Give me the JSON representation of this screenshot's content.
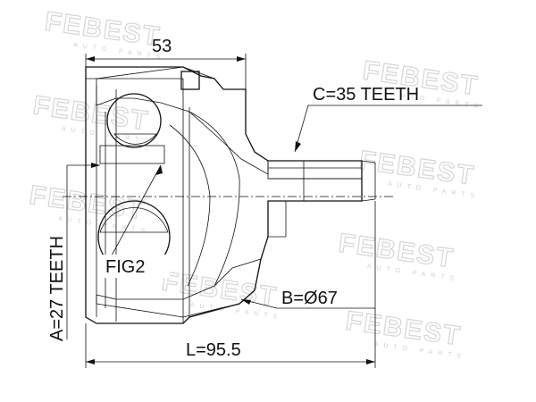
{
  "watermark": {
    "brand": "FEBEST",
    "subtitle": "AUTO PARTS"
  },
  "dimensions": {
    "width_top": "53",
    "spline_c": "C=35 TEETH",
    "spline_a": "A=27 TEETH",
    "diameter_b": "B=Ø67",
    "length_l": "L=95.5"
  },
  "callout": {
    "figure_label": "FIG2"
  },
  "colors": {
    "line": "#111111",
    "watermark": "#d6d6d6"
  }
}
